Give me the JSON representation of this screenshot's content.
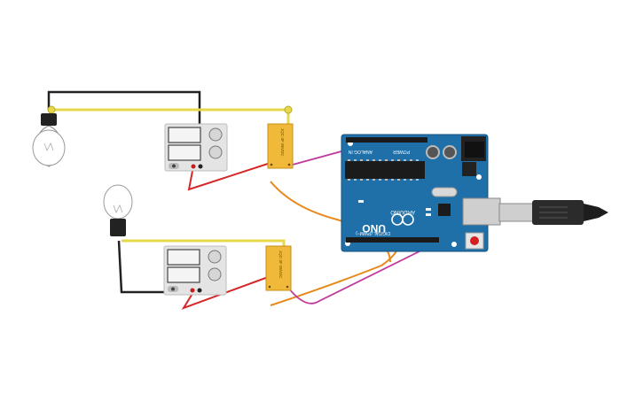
{
  "board": {
    "brand": "ARDUINO",
    "model": "UNO",
    "digital_label": "DIGITAL (PWM~)",
    "analog_label": "ANALOG IN",
    "power_label": "POWER"
  },
  "relays": {
    "top_label": "JQC-3F 05VDC",
    "bottom_label": "JQC-3F 05VDC"
  },
  "colors": {
    "board_blue": "#1f6fa8",
    "wire_black": "#222222",
    "wire_yellow": "#e6d84a",
    "wire_red": "#d62828",
    "wire_orange": "#e8891c",
    "wire_magenta": "#c0389a",
    "relay_orange": "#f0b93a",
    "supply_gray": "#e4e4e4"
  },
  "icons": [
    "light-bulb-icon",
    "power-supply-icon",
    "relay-icon",
    "arduino-board-icon",
    "usb-cable-icon"
  ]
}
